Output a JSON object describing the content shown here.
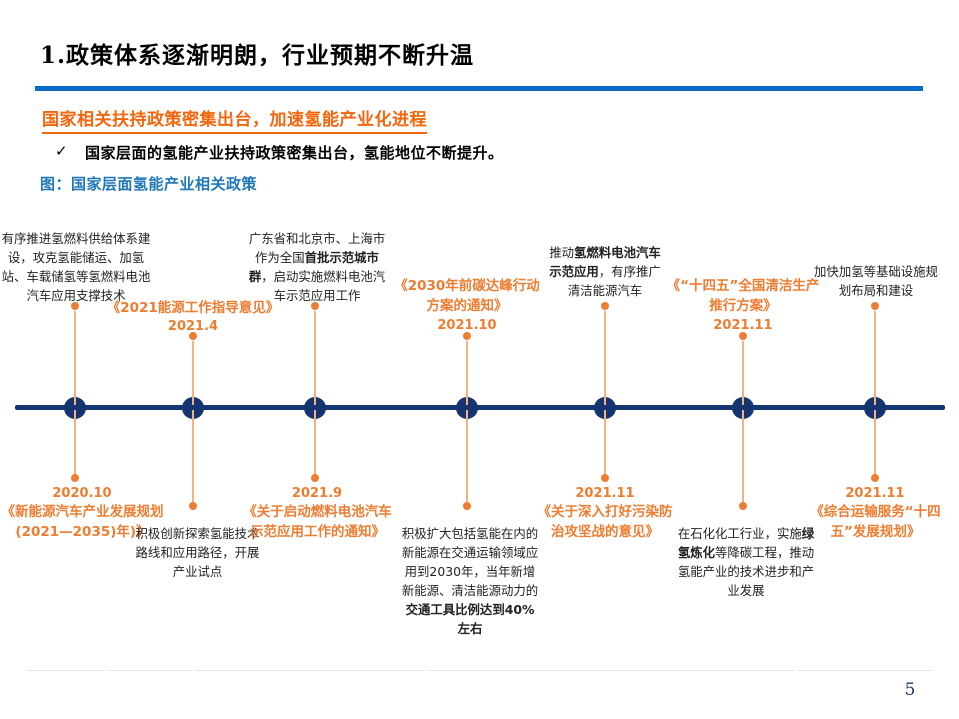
{
  "page": {
    "title": "1.政策体系逐渐明朗，行业预期不断升温",
    "page_number": "5"
  },
  "section": {
    "subtitle": "国家相关扶持政策密集出台，加速氢能产业化进程",
    "bullet_check": "✓",
    "bullet": "国家层面的氢能产业扶持政策密集出台，氢能地位不断提升。",
    "figure_caption": "图：国家层面氢能产业相关政策"
  },
  "colors": {
    "axis_navy": "#14356F",
    "stem_orange": "#F4B183",
    "accent_orange": "#ED7D31",
    "subtitle_orange": "#F4660C",
    "caption_blue": "#2077B8",
    "title_bar_blue": "#0A6AC8"
  },
  "timeline": {
    "nodes": [
      {
        "layout": "desc-above",
        "date": "2020.10",
        "title": "《新能源汽车产业发展规划(2021—2035)年)》",
        "desc_parts": [
          {
            "t": "有序推进氢燃料供给体系建设，攻克氢能储运、加氢站、车载储氢等氢燃料电池汽车应用支撑技术",
            "b": false
          }
        ]
      },
      {
        "layout": "policy-above",
        "date": "2021.4",
        "title": "《2021能源工作指导意见》",
        "desc_parts": [
          {
            "t": "积极创新探索氢能技术路线和应用路径，开展产业试点",
            "b": false
          }
        ]
      },
      {
        "layout": "desc-above",
        "date": "2021.9",
        "title": "《关于启动燃料电池汽车示范应用工作的通知》",
        "desc_parts": [
          {
            "t": "广东省和北京市、上海市作为全国",
            "b": false
          },
          {
            "t": "首批示范城市群",
            "b": true
          },
          {
            "t": "，启动实施燃料电池汽车示范应用工作",
            "b": false
          }
        ]
      },
      {
        "layout": "policy-above",
        "date": "2021.10",
        "title": "《2030年前碳达峰行动方案的通知》",
        "desc_parts": [
          {
            "t": "积极扩大包括氢能在内的新能源在交通运输领域应用到2030年，当年新增新能源、清洁能源动力的",
            "b": false
          },
          {
            "t": "交通工具比例达到40%左右",
            "b": true
          }
        ]
      },
      {
        "layout": "desc-above",
        "date": "2021.11",
        "title": "《关于深入打好污染防治攻坚战的意见》",
        "desc_parts": [
          {
            "t": "推动",
            "b": false
          },
          {
            "t": "氢燃料电池汽车示范应用",
            "b": true
          },
          {
            "t": "，有序推广清洁能源汽车",
            "b": false
          }
        ]
      },
      {
        "layout": "policy-above",
        "date": "2021.11",
        "title": "《“十四五”全国清洁生产推行方案》",
        "desc_parts": [
          {
            "t": "在石化化工行业，实施",
            "b": false
          },
          {
            "t": "绿氢炼化",
            "b": true
          },
          {
            "t": "等降碳工程，推动氢能产业的技术进步和产业发展",
            "b": false
          }
        ]
      },
      {
        "layout": "desc-above",
        "date": "2021.11",
        "title": "《综合运输服务“十四五”发展规划》",
        "desc_parts": [
          {
            "t": "加快加氢等基础设施规划布局和建设",
            "b": false
          }
        ]
      }
    ]
  }
}
